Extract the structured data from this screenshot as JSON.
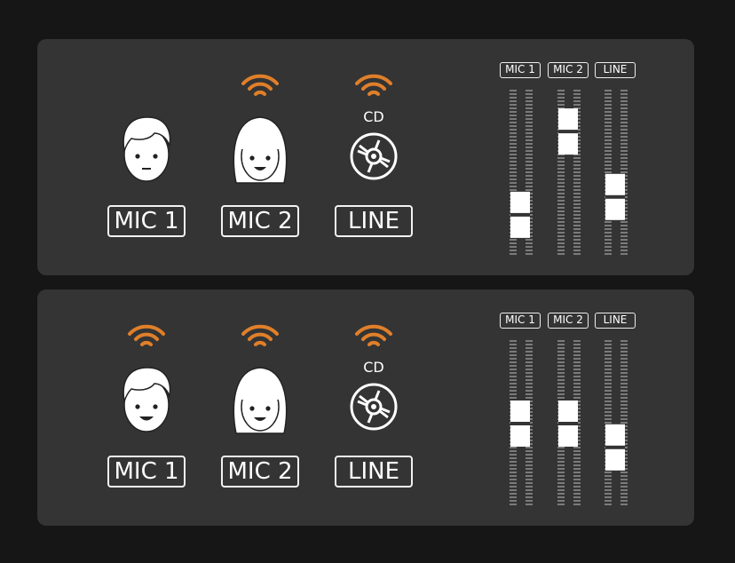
{
  "colors": {
    "background": "#161616",
    "panel": "#343434",
    "wave": "#e07f2a",
    "foreground": "#ffffff"
  },
  "panels": [
    {
      "sources": [
        {
          "label": "MIC 1",
          "icon": "male-face-icon",
          "active": false
        },
        {
          "label": "MIC 2",
          "icon": "female-face-icon",
          "active": true
        },
        {
          "label": "LINE",
          "icon": "cd-icon",
          "active": true,
          "caption": "CD"
        }
      ],
      "faders": [
        {
          "label": "MIC 1",
          "level": 0.15
        },
        {
          "label": "MIC 2",
          "level": 0.85
        },
        {
          "label": "LINE",
          "level": 0.3
        }
      ]
    },
    {
      "sources": [
        {
          "label": "MIC 1",
          "icon": "male-face-icon",
          "active": true
        },
        {
          "label": "MIC 2",
          "icon": "female-face-icon",
          "active": true
        },
        {
          "label": "LINE",
          "icon": "cd-icon",
          "active": true,
          "caption": "CD"
        }
      ],
      "faders": [
        {
          "label": "MIC 1",
          "level": 0.5
        },
        {
          "label": "MIC 2",
          "level": 0.5
        },
        {
          "label": "LINE",
          "level": 0.3
        }
      ]
    }
  ]
}
